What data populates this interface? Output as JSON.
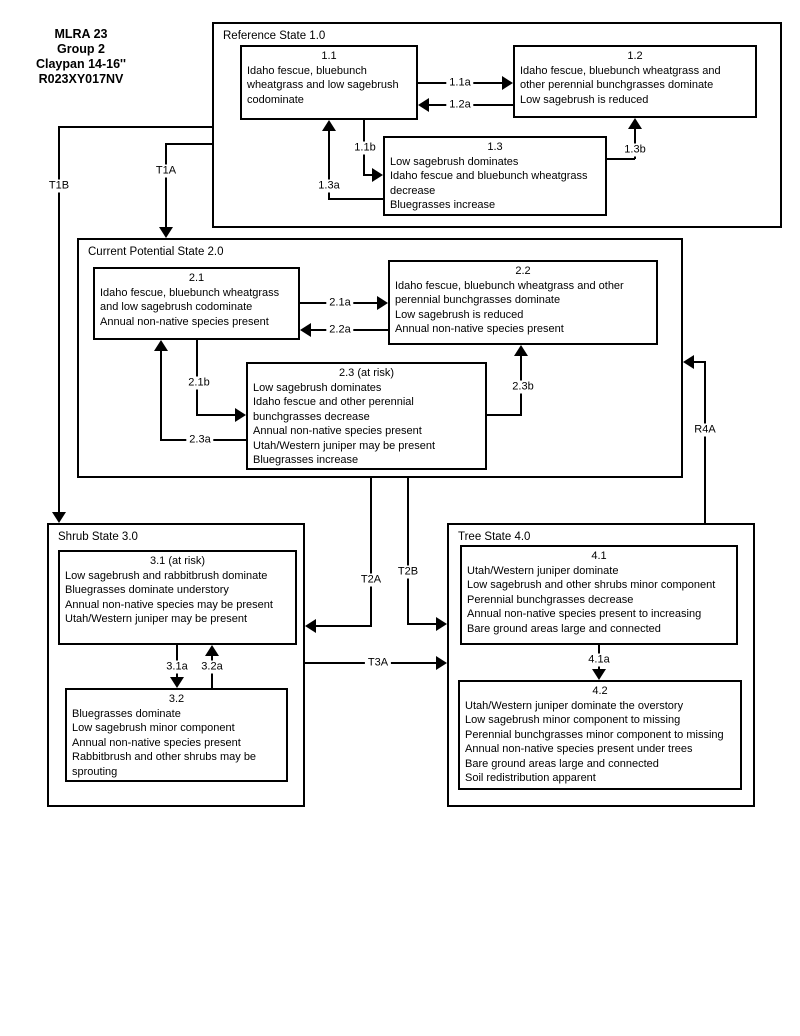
{
  "header": {
    "lines": [
      "MLRA 23",
      "Group 2",
      "Claypan 14-16''",
      "R023XY017NV"
    ]
  },
  "states": {
    "reference": {
      "title": "Reference State 1.0",
      "communities": {
        "c11": {
          "id": "1.1",
          "lines": [
            "Idaho fescue, bluebunch",
            "wheatgrass and low sagebrush",
            "codominate"
          ]
        },
        "c12": {
          "id": "1.2",
          "lines": [
            "Idaho fescue, bluebunch wheatgrass and",
            "other perennial bunchgrasses dominate",
            "Low sagebrush is reduced"
          ]
        },
        "c13": {
          "id": "1.3",
          "lines": [
            "Low sagebrush dominates",
            "Idaho fescue and bluebunch wheatgrass",
            "decrease",
            "Bluegrasses increase"
          ]
        }
      }
    },
    "current_potential": {
      "title": "Current Potential State 2.0",
      "communities": {
        "c21": {
          "id": "2.1",
          "lines": [
            "Idaho fescue, bluebunch wheatgrass",
            "and low sagebrush codominate",
            "Annual non-native species present"
          ]
        },
        "c22": {
          "id": "2.2",
          "lines": [
            "Idaho fescue, bluebunch wheatgrass and other",
            "perennial bunchgrasses dominate",
            "Low sagebrush is reduced",
            "Annual non-native species present"
          ]
        },
        "c23": {
          "id": "2.3 (at risk)",
          "lines": [
            "Low sagebrush dominates",
            "Idaho fescue and other perennial",
            "bunchgrasses decrease",
            "Annual non-native species present",
            "Utah/Western juniper may be present",
            "Bluegrasses increase"
          ]
        }
      }
    },
    "shrub": {
      "title": "Shrub State 3.0",
      "communities": {
        "c31": {
          "id": "3.1 (at risk)",
          "lines": [
            "Low sagebrush and rabbitbrush dominate",
            "Bluegrasses dominate understory",
            "Annual non-native species may be present",
            "Utah/Western juniper may be present"
          ]
        },
        "c32": {
          "id": "3.2",
          "lines": [
            "Bluegrasses dominate",
            "Low sagebrush minor component",
            "Annual non-native species present",
            "Rabbitbrush and other shrubs may be",
            "sprouting"
          ]
        }
      }
    },
    "tree": {
      "title": "Tree State 4.0",
      "communities": {
        "c41": {
          "id": "4.1",
          "lines": [
            "Utah/Western juniper dominate",
            "Low sagebrush and other shrubs minor component",
            "Perennial bunchgrasses decrease",
            "Annual non-native species present to increasing",
            "Bare ground areas large and connected"
          ]
        },
        "c42": {
          "id": "4.2",
          "lines": [
            "Utah/Western juniper dominate the overstory",
            "Low sagebrush minor component to missing",
            "Perennial bunchgrasses minor component to missing",
            "Annual non-native species present under trees",
            "Bare ground areas large and connected",
            "Soil redistribution apparent"
          ]
        }
      }
    }
  },
  "pathways": {
    "p11a": "1.1a",
    "p12a": "1.2a",
    "p11b": "1.1b",
    "p13a": "1.3a",
    "p13b": "1.3b",
    "p21a": "2.1a",
    "p22a": "2.2a",
    "p21b": "2.1b",
    "p23a": "2.3a",
    "p23b": "2.3b",
    "p31a": "3.1a",
    "p32a": "3.2a",
    "p41a": "4.1a"
  },
  "transitions": {
    "t1a": "T1A",
    "t1b": "T1B",
    "t2a": "T2A",
    "t2b": "T2B",
    "t3a": "T3A",
    "r4a": "R4A"
  }
}
